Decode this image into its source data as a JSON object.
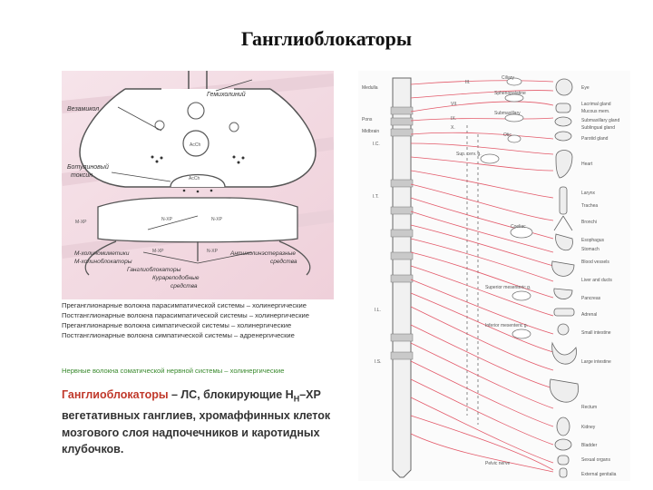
{
  "title": "Ганглиоблокаторы",
  "left_figure": {
    "labels": {
      "hemicholinium": "Гемихолиний",
      "vesamicol": "Везамикол",
      "botulinum": "Ботулиновый",
      "botulinum2": "токсин",
      "m_cholinomimetics": "М-холиномиметики",
      "m_cholinoblockers": "М-холиноблокаторы",
      "ganglioblockers": "Ганглиоблокаторы",
      "curare": "Курареподобные",
      "curare2": "средства",
      "anticholinesterase": "Антихолинэстеразные",
      "anticholinesterase2": "средства",
      "ach": "AcCh",
      "n_chr": "N-ХР",
      "m_chr": "М-ХР"
    }
  },
  "right_figure": {
    "left_labels": [
      "Medulla",
      "Pons",
      "Midbrain",
      "I.C.",
      "I.T.",
      "I.L.",
      "I.S."
    ],
    "cranial_labels": [
      "III.",
      "VII.",
      "IX.",
      "X."
    ],
    "organ_labels": [
      "Eye",
      "Lacrimal gland",
      "Mucous mem.",
      "Submaxillary gland",
      "Sublingual gland",
      "Parotid gland",
      "Heart",
      "Larynx",
      "Trachea",
      "Bronchi",
      "Esophagus",
      "Stomach",
      "Blood vessels",
      "Liver and ducts",
      "Pancreas",
      "Adrenal",
      "Small intestine",
      "Large intestine",
      "Rectum",
      "Kidney",
      "Bladder",
      "Sexual organs",
      "External genitalia"
    ],
    "ganglia_labels": [
      "Ciliary",
      "Sphenopalatine",
      "Submaxillary",
      "Otic",
      "Sup. cerv. g.",
      "Coeliac",
      "Superior mesenteric g.",
      "Inferior mesenteric g.",
      "Pelvic nerve"
    ]
  },
  "notes": [
    "Преганглионарные волокна парасимпатической системы – холинергические",
    "Постганглионарные волокна парасимпатической системы – холинергические",
    "Преганглионарные волокна симпатической системы – холинергические",
    "Постганглионарные волокна симпатической системы – адренергические"
  ],
  "somatic_note": "Нервные волокна соматической нервной системы – холинергические",
  "definition": {
    "term": "Ганглиоблокаторы",
    "text_line1": " – ЛС, блокирующие Н",
    "subscript": "Н",
    "text_line1_end": "–ХР",
    "text_rest": "вегетативных ганглиев, хромаффинных клеток мозгового слоя надпочечников и каротидных клубочков."
  },
  "colors": {
    "somatic": "#3a8a2e",
    "term": "#c0392b",
    "nerve": "#e35a6a",
    "diagram_bg": "#f2d6df"
  }
}
